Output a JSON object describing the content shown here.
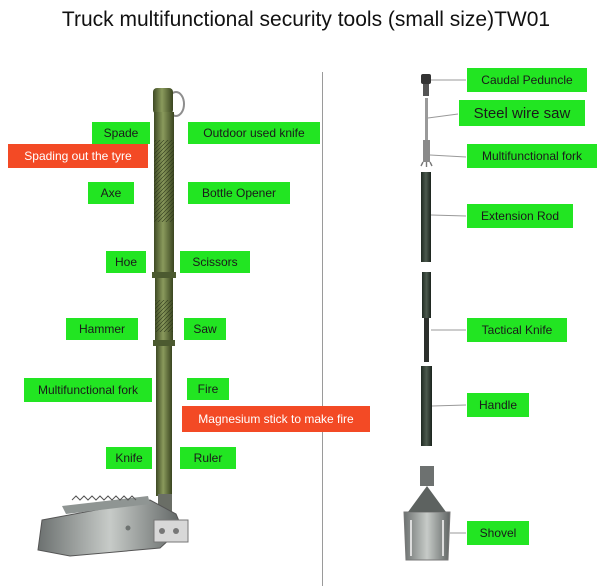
{
  "title": "Truck multifunctional security tools (small size)TW01",
  "left_labels": [
    {
      "key": "spade",
      "text": "Spade"
    },
    {
      "key": "outdoor_knife",
      "text": "Outdoor used knife"
    },
    {
      "key": "spading_tyre",
      "text": "Spading out the tyre"
    },
    {
      "key": "axe",
      "text": "Axe"
    },
    {
      "key": "bottle_opener",
      "text": "Bottle Opener"
    },
    {
      "key": "hoe",
      "text": "Hoe"
    },
    {
      "key": "scissors",
      "text": "Scissors"
    },
    {
      "key": "hammer",
      "text": "Hammer"
    },
    {
      "key": "saw",
      "text": "Saw"
    },
    {
      "key": "multi_fork",
      "text": "Multifunctional fork"
    },
    {
      "key": "fire",
      "text": "Fire"
    },
    {
      "key": "magnesium",
      "text": "Magnesium stick to make fire"
    },
    {
      "key": "knife",
      "text": "Knife"
    },
    {
      "key": "ruler",
      "text": "Ruler"
    }
  ],
  "right_labels": [
    {
      "key": "caudal",
      "text": "Caudal Peduncle"
    },
    {
      "key": "wire_saw",
      "text": "Steel wire saw"
    },
    {
      "key": "multi_fork_r",
      "text": "Multifunctional fork"
    },
    {
      "key": "ext_rod",
      "text": "Extension Rod"
    },
    {
      "key": "tactical",
      "text": "Tactical Knife"
    },
    {
      "key": "handle",
      "text": "Handle"
    },
    {
      "key": "shovel",
      "text": "Shovel"
    }
  ],
  "colors": {
    "green": "#22e522",
    "red": "#f34a25",
    "olive": "#5f6e3a"
  }
}
